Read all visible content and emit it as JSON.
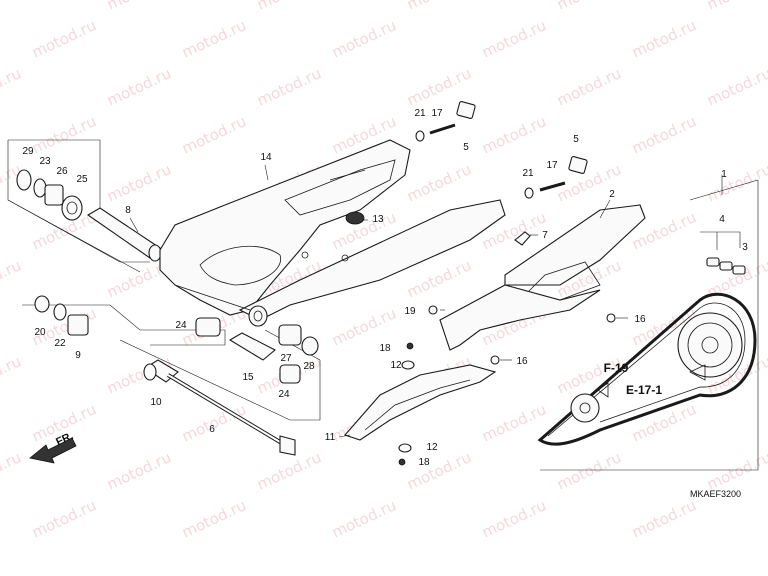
{
  "watermark": "motod.ru",
  "diagram_code": "MKAEF3200",
  "direction_label": "FR.",
  "references": {
    "f19": "F-19",
    "e17": "E-17-1"
  },
  "callouts": {
    "c1": "1",
    "c2": "2",
    "c3": "3",
    "c4": "4",
    "c5a": "5",
    "c5b": "5",
    "c6": "6",
    "c7": "7",
    "c8": "8",
    "c9": "9",
    "c10": "10",
    "c11": "11",
    "c12a": "12",
    "c12b": "12",
    "c13": "13",
    "c14": "14",
    "c15": "15",
    "c16a": "16",
    "c16b": "16",
    "c17a": "17",
    "c17b": "17",
    "c18a": "18",
    "c18b": "18",
    "c19": "19",
    "c20": "20",
    "c21a": "21",
    "c21b": "21",
    "c22": "22",
    "c23": "23",
    "c24a": "24",
    "c24b": "24",
    "c25": "25",
    "c26": "26",
    "c27": "27",
    "c28": "28",
    "c29": "29"
  }
}
